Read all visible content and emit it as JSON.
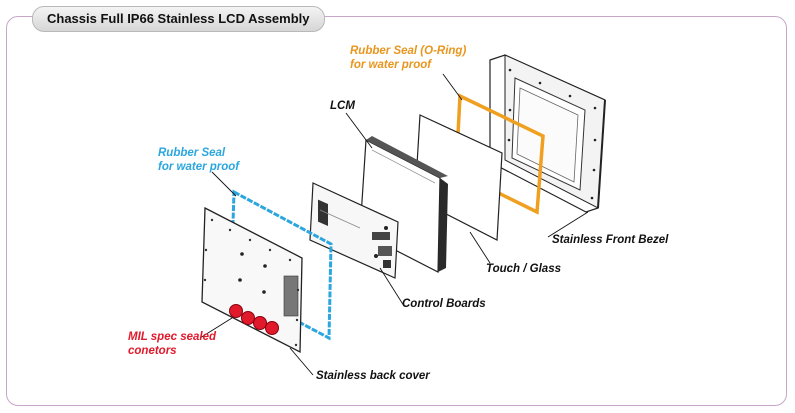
{
  "title": "Chassis Full IP66 Stainless LCD Assembly",
  "labels": {
    "oring_line1": "Rubber Seal (O-Ring)",
    "oring_line2": "for water proof",
    "lcm": "LCM",
    "seal_line1": "Rubber Seal",
    "seal_line2": "for water proof",
    "front_bezel": "Stainless Front Bezel",
    "touch_glass": "Touch / Glass",
    "control_boards": "Control Boards",
    "mil_line1": "MIL spec sealed",
    "mil_line2": "conetors",
    "back_cover": "Stainless back cover"
  },
  "colors": {
    "frame_border": "#c7a6c9",
    "orange_label": "#e8961e",
    "blue_label": "#2ba6de",
    "red_label": "#e0192b",
    "connector_red": "#e0192b"
  }
}
